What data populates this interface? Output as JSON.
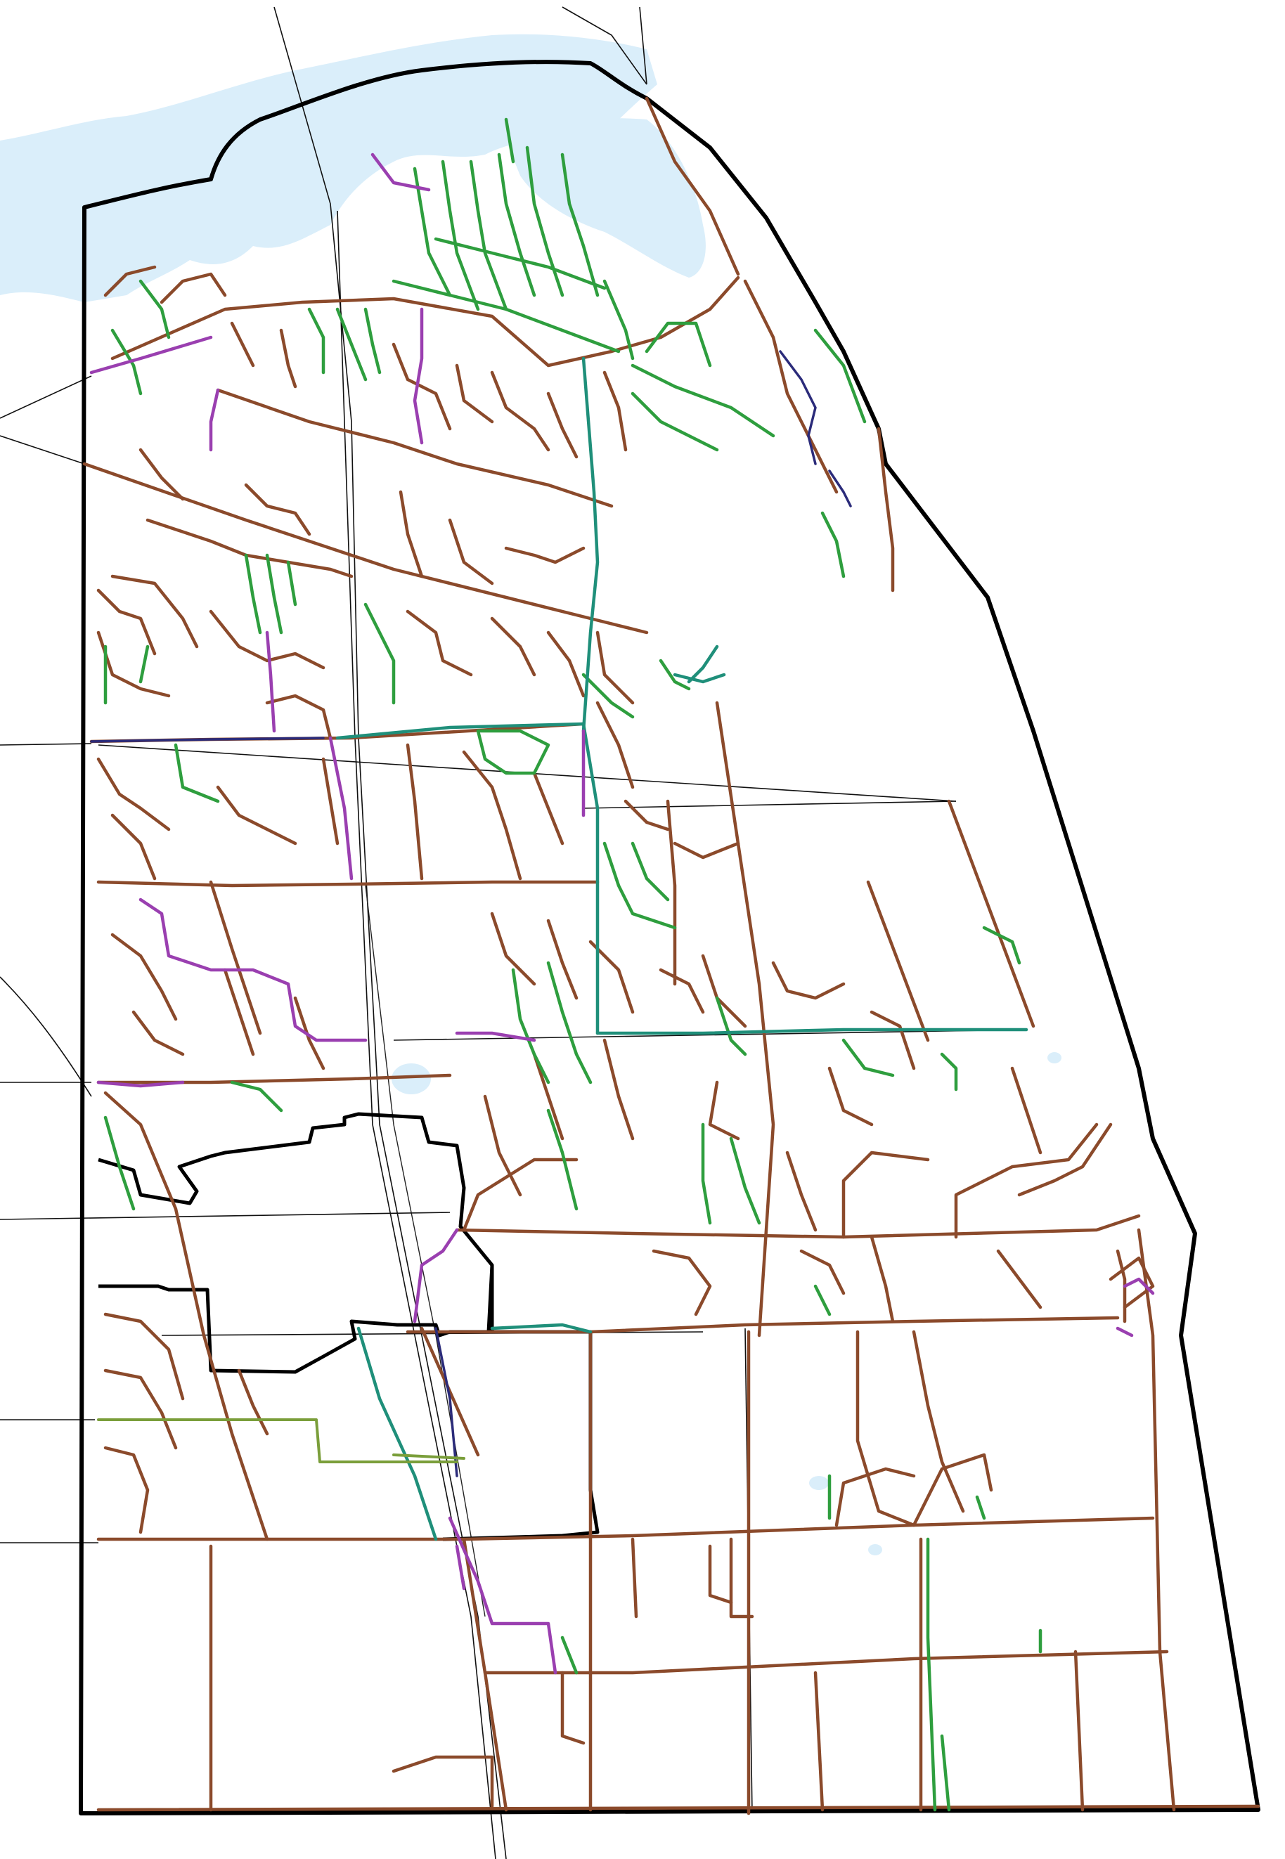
{
  "map": {
    "colors": {
      "background": "#ffffff",
      "water": "#daeefa",
      "boundary": "#000000",
      "road_brown": "#8b4a2b",
      "road_green": "#2e9e3e",
      "road_teal": "#1f8f7a",
      "road_purple": "#9a3fb0",
      "road_navy": "#2b2b7a",
      "road_olive": "#7a9e3a"
    },
    "road_categories": [
      "brown",
      "green",
      "teal",
      "purple",
      "navy",
      "olive"
    ]
  }
}
